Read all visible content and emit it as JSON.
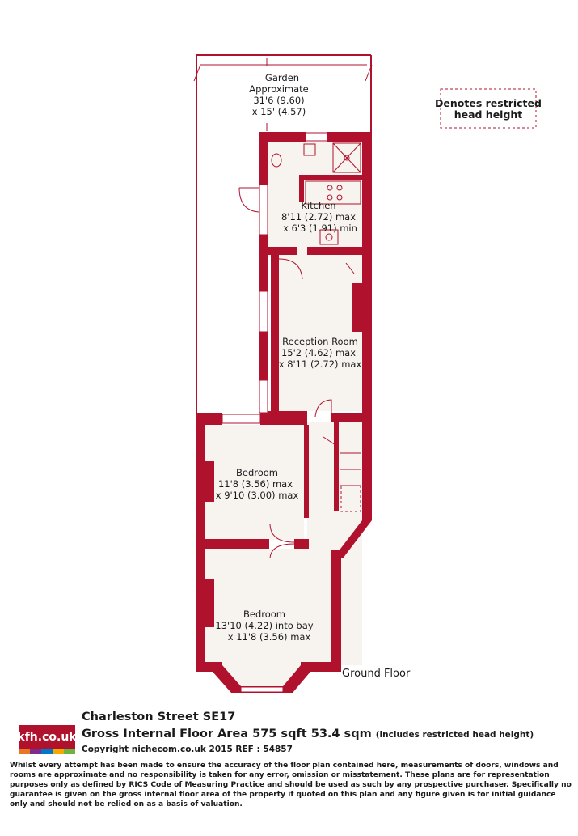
{
  "rooms": {
    "garden": {
      "name": "Garden",
      "line1": "Approximate",
      "line2": "31'6 (9.60)",
      "line3": "x 15' (4.57)"
    },
    "kitchen": {
      "name": "Kitchen",
      "line1": "8'11 (2.72) max",
      "line2": "x 6'3 (1.91) min"
    },
    "reception": {
      "name": "Reception Room",
      "line1": "15'2 (4.62) max",
      "line2": "x 8'11 (2.72) max"
    },
    "bedroom1": {
      "name": "Bedroom",
      "line1": "11'8 (3.56) max",
      "line2": "x 9'10 (3.00) max"
    },
    "bedroom2": {
      "name": "Bedroom",
      "line1": "13'10 (4.22) into bay",
      "line2": "x 11'8 (3.56) max"
    }
  },
  "floor_label": "Ground Floor",
  "legend": {
    "line1": "Denotes restricted",
    "line2": "head height"
  },
  "footer": {
    "logo": "kfh.co.uk",
    "title": "Charleston Street  SE17",
    "area": "Gross Internal Floor Area 575 sqft 53.4 sqm",
    "area_note": "(includes restricted head height)",
    "copyright": "Copyright nichecom.co.uk 2015 REF : 54857",
    "disclaimer": "Whilst every attempt has been made to ensure the accuracy of the floor plan contained here, measurements of doors, windows and rooms are approximate and no responsibility is taken for any error, omission or misstatement.  These plans are for representation purposes only as defined by RICS Code of Measuring Practice and should be used as such by any prospective purchaser.  Specifically no guarantee is given on the gross internal floor area of the property if quoted on this plan and any figure given is for initial guidance only and should not be relied on as a basis of valuation."
  },
  "colors": {
    "wall": "#b0122d",
    "floor": "#f7f4ef",
    "logo_stripes": [
      "#e87722",
      "#7b2d8e",
      "#0077c8",
      "#f2a900",
      "#6cb33f"
    ]
  }
}
